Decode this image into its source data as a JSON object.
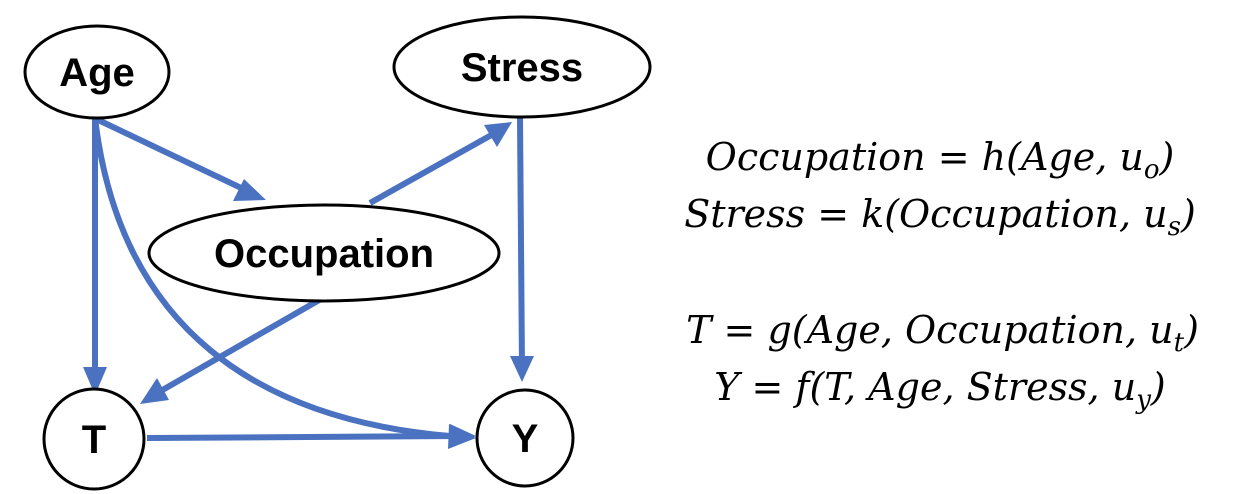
{
  "diagram": {
    "edge_color": "#4a72c0",
    "nodes": [
      {
        "id": "age",
        "label": "Age"
      },
      {
        "id": "stress",
        "label": "Stress"
      },
      {
        "id": "occupation",
        "label": "Occupation"
      },
      {
        "id": "t",
        "label": "T"
      },
      {
        "id": "y",
        "label": "Y"
      }
    ],
    "edges": [
      {
        "from": "age",
        "to": "occupation"
      },
      {
        "from": "age",
        "to": "t"
      },
      {
        "from": "age",
        "to": "y"
      },
      {
        "from": "occupation",
        "to": "stress"
      },
      {
        "from": "occupation",
        "to": "t"
      },
      {
        "from": "stress",
        "to": "y"
      },
      {
        "from": "t",
        "to": "y"
      }
    ]
  },
  "equations": {
    "occupation": {
      "lhs": "Occupation",
      "fn": "h",
      "args": "Age, u",
      "sub": "o"
    },
    "stress": {
      "lhs": "Stress",
      "fn": "k",
      "args": "Occupation, u",
      "sub": "s"
    },
    "t": {
      "lhs": "T",
      "fn": "g",
      "args": "Age, Occupation, u",
      "sub": "t"
    },
    "y": {
      "lhs": "Y",
      "fn": "f",
      "args": "T, Age, Stress, u",
      "sub": "y"
    }
  }
}
